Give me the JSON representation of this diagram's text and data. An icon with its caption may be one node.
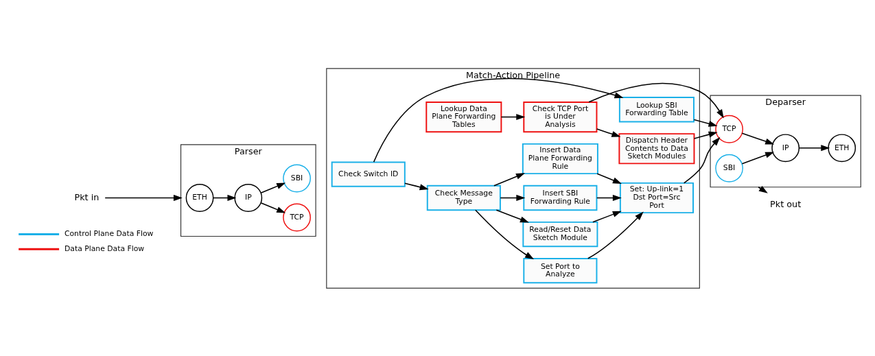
{
  "diagram": {
    "nodes": [
      {
        "text": [
          "Parser"
        ]
      },
      {
        "text": [
          "ETH"
        ],
        "in": 0
      },
      {
        "text": [
          "IP"
        ],
        "in": 0
      },
      {
        "text": [
          "TCP"
        ],
        "in": 0
      },
      {
        "text": [
          "SBI"
        ],
        "in": 0
      },
      {
        "text": [
          "Match-Action Pipeline"
        ]
      },
      {
        "text": [
          "Check Switch ID"
        ],
        "in": 5
      },
      {
        "text": [
          "Check Message Type"
        ],
        "in": 5
      },
      {
        "text": [
          "Lookup SBI Forwarding Table"
        ],
        "in": 5
      },
      {
        "text": [
          "Insert SBI Forwarding Rule"
        ],
        "in": 5
      },
      {
        "text": [
          "Insert Data Plane Forwarding Rule"
        ],
        "in": 5
      },
      {
        "text": [
          "Set Port to Analyze"
        ],
        "in": 5
      },
      {
        "text": [
          "Read/Reset Data Sketch Module"
        ],
        "in": 5
      },
      {
        "text": [
          "Set: Up-link=1 Dst Port=Src Port"
        ],
        "in": 5
      },
      {
        "text": [
          "Lookup Data Plane Forwarding Tables"
        ],
        "in": 5
      },
      {
        "text": [
          "Check TCP Port is Under Analysis"
        ],
        "in": 5
      },
      {
        "text": [
          "Dispatch Header Contents to Data Sketch Modules"
        ],
        "in": 5
      },
      {
        "text": [
          "Deparser"
        ]
      },
      {
        "text": [
          "ETH"
        ],
        "in": 17
      },
      {
        "text": [
          "IP"
        ],
        "in": 17
      },
      {
        "text": [
          "TCP"
        ],
        "in": 17
      },
      {
        "text": [
          "SBI"
        ],
        "in": 17
      },
      {
        "text": [
          "Pkt in"
        ]
      },
      {
        "text": [
          "Pkt out"
        ]
      }
    ],
    "edges": [
      {
        "from": 22,
        "to": 0,
        "arrow": "to"
      },
      {
        "from": 1,
        "to": 2,
        "arrow": "to"
      },
      {
        "from": 2,
        "to": 3,
        "arrow": "to"
      },
      {
        "from": 2,
        "to": 4,
        "arrow": "to"
      },
      {
        "from": 6,
        "to": 7,
        "arrow": "to"
      },
      {
        "from": 6,
        "to": 8,
        "arrow": "to"
      },
      {
        "from": 7,
        "to": 9,
        "arrow": "to"
      },
      {
        "from": 7,
        "to": 10,
        "arrow": "to"
      },
      {
        "from": 7,
        "to": 11,
        "arrow": "to"
      },
      {
        "from": 7,
        "to": 12,
        "arrow": "to"
      },
      {
        "from": 9,
        "to": 13,
        "arrow": "to"
      },
      {
        "from": 10,
        "to": 13,
        "arrow": "to"
      },
      {
        "from": 11,
        "to": 13,
        "arrow": "to"
      },
      {
        "from": 12,
        "to": 13,
        "arrow": "to"
      },
      {
        "from": 8,
        "to": 20,
        "arrow": "to"
      },
      {
        "from": 13,
        "to": 20,
        "arrow": "to"
      },
      {
        "from": 14,
        "to": 15,
        "arrow": "to"
      },
      {
        "from": 15,
        "to": 16,
        "arrow": "to"
      },
      {
        "from": 15,
        "to": 20,
        "arrow": "to"
      },
      {
        "from": 16,
        "to": 20,
        "arrow": "to"
      },
      {
        "from": 20,
        "to": 19,
        "arrow": "to"
      },
      {
        "from": 21,
        "to": 19,
        "arrow": "to"
      },
      {
        "from": 19,
        "to": 18,
        "arrow": "to"
      },
      {
        "from": 17,
        "to": 23,
        "arrow": "to"
      }
    ],
    "legend": [
      {
        "text": "Control Plane Data Flow",
        "color": "#1ab0e8"
      },
      {
        "text": "Data Plane Data Flow",
        "color": "#ee1111"
      }
    ]
  }
}
